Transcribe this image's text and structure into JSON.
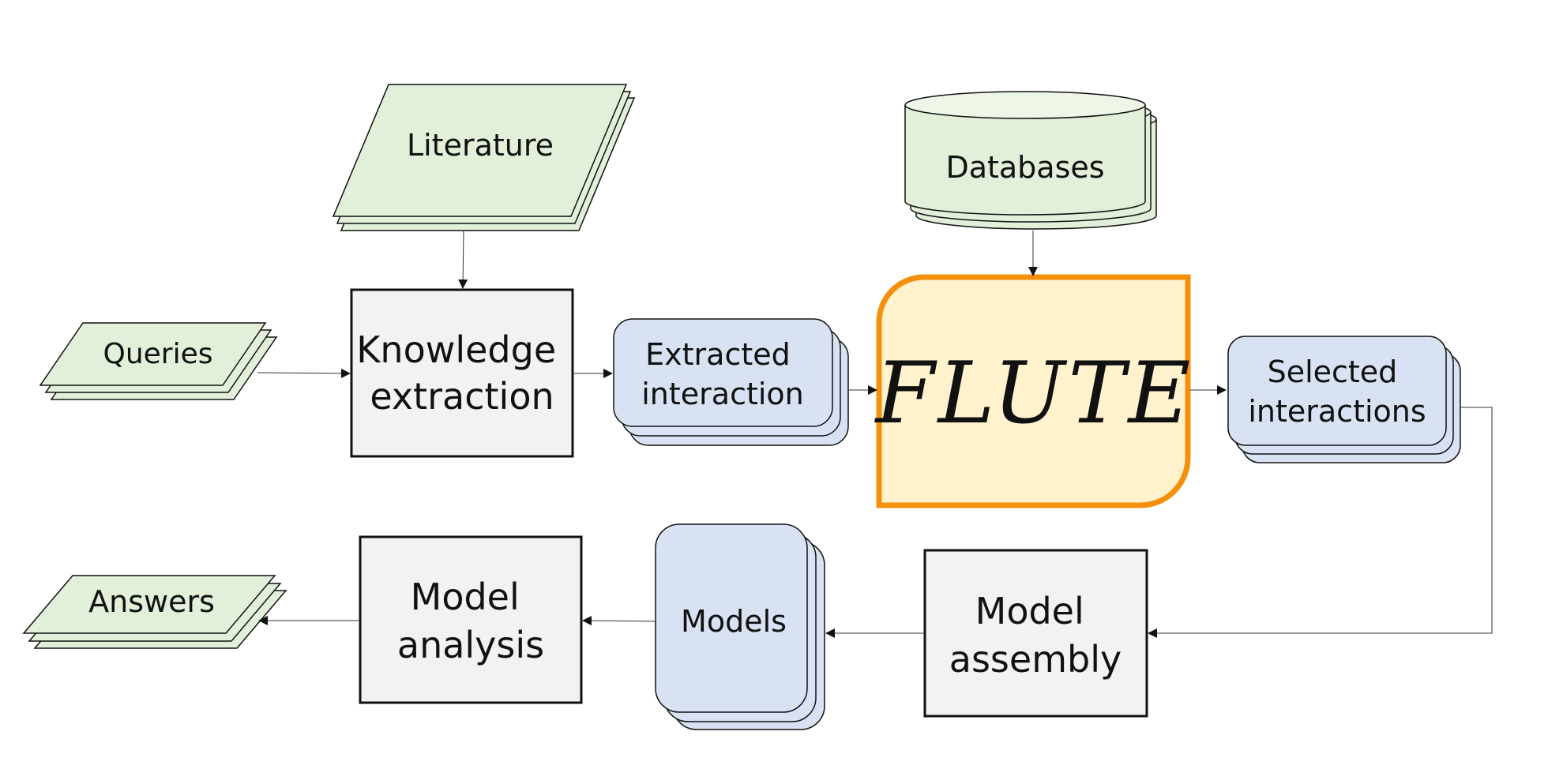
{
  "diagram": {
    "nodes": {
      "literature": "Literature",
      "databases": "Databases",
      "queries": "Queries",
      "knowledge_extraction": [
        "Knowledge",
        "extraction"
      ],
      "extracted_interaction": [
        "Extracted",
        "interaction"
      ],
      "flute": "FLUTE",
      "selected_interactions": [
        "Selected",
        "interactions"
      ],
      "model_assembly": [
        "Model",
        "assembly"
      ],
      "models": "Models",
      "model_analysis": [
        "Model",
        "analysis"
      ],
      "answers": "Answers"
    },
    "edges": [
      {
        "from": "literature",
        "to": "knowledge_extraction"
      },
      {
        "from": "queries",
        "to": "knowledge_extraction"
      },
      {
        "from": "knowledge_extraction",
        "to": "extracted_interaction"
      },
      {
        "from": "extracted_interaction",
        "to": "flute"
      },
      {
        "from": "databases",
        "to": "flute"
      },
      {
        "from": "flute",
        "to": "selected_interactions"
      },
      {
        "from": "selected_interactions",
        "to": "model_assembly"
      },
      {
        "from": "model_assembly",
        "to": "models"
      },
      {
        "from": "models",
        "to": "model_analysis"
      },
      {
        "from": "model_analysis",
        "to": "answers"
      }
    ],
    "colors": {
      "io_fill": "#e2efd9",
      "data_fill": "#d9e2f3",
      "process_fill": "#f2f2f2",
      "flute_fill": "#fff2cc",
      "flute_border": "#f5900c",
      "stroke": "#111111"
    }
  }
}
